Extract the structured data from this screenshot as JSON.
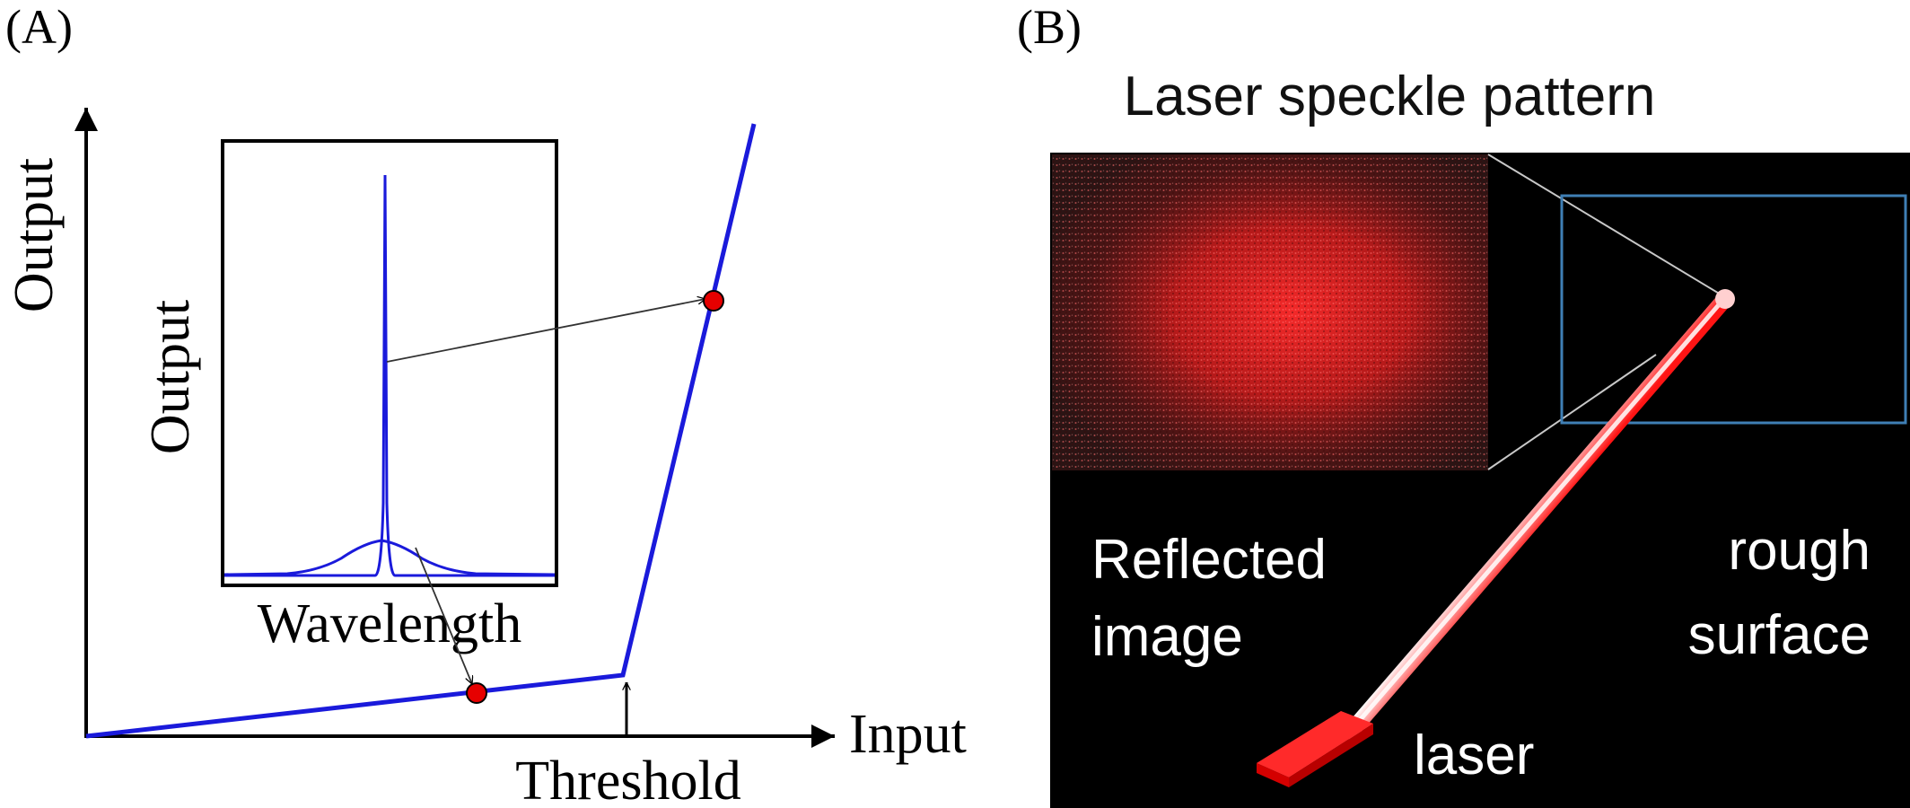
{
  "panel_a": {
    "label": "(A)",
    "axis_y_label": "Output",
    "axis_x_label": "Input",
    "threshold_label": "Threshold",
    "inset": {
      "y_label": "Output",
      "x_label": "Wavelength"
    }
  },
  "panel_b": {
    "label": "(B)",
    "title": "Laser speckle pattern",
    "reflected_label_line1": "Reflected",
    "reflected_label_line2": "image",
    "surface_label_line1": "rough",
    "surface_label_line2": "surface",
    "laser_label": "laser"
  },
  "colors": {
    "curve": "#1a1adb",
    "point_fill": "#e60000",
    "background_b": "#000000",
    "beam": "#ff1a1a",
    "box_outline": "#3f7fb5"
  }
}
